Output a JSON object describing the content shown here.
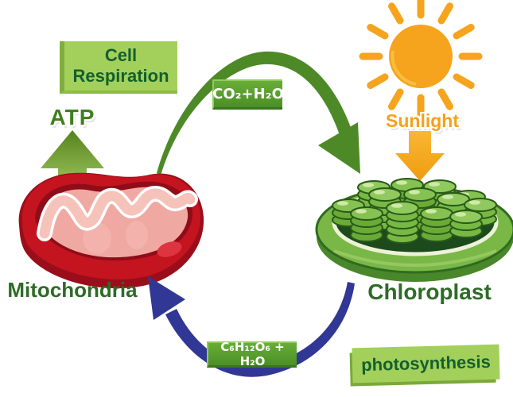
{
  "labels": {
    "cell_respiration": "Cell Respiration",
    "atp": "ATP",
    "sunlight": "Sunlight",
    "mitochondria": "Mitochondria",
    "chloroplast": "Chloroplast",
    "photosynthesis": "photosynthesis"
  },
  "formulas": {
    "co2_h2o": "CO₂+H₂O",
    "glucose_h2o": "C₆H₁₂O₆ + H₂O"
  },
  "colors": {
    "label_box_bg": "#a2d05b",
    "label_box_text": "#145f2d",
    "formula_box_bg": "#55a02c",
    "formula_box_text": "#ffffff",
    "cycle_arrow_green": "#4d8a27",
    "cycle_arrow_blue": "#313795",
    "sun_orange": "#f6a41d",
    "atp_text_green": "#417f1d",
    "organelle_label_green": "#2e6b27",
    "mitochondria_red": "#c3141f",
    "chloroplast_green": "#79b847"
  }
}
